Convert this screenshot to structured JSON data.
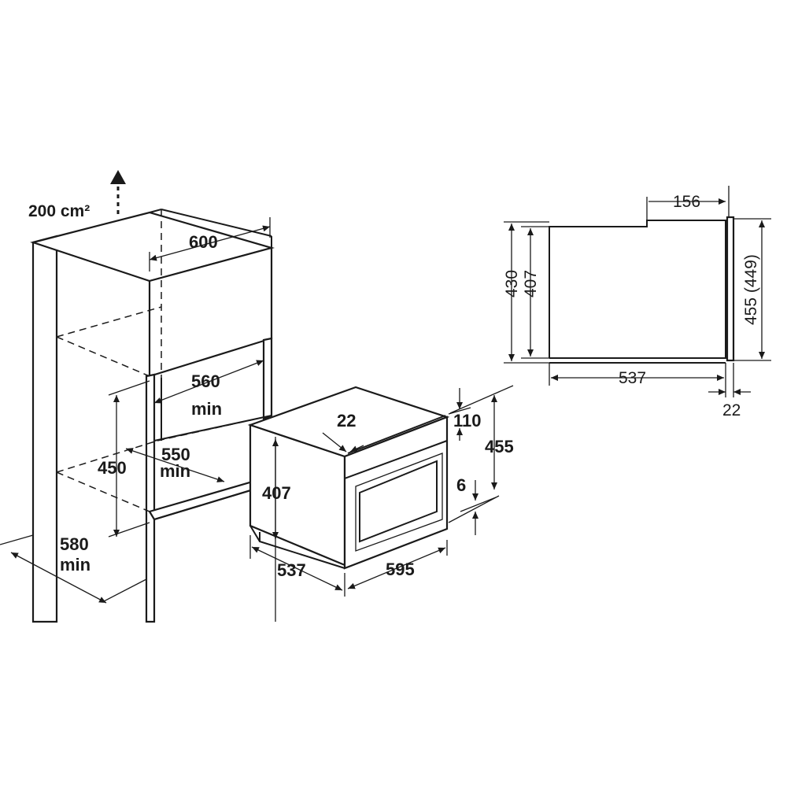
{
  "diagram": {
    "iso_labels": {
      "ventilation": "200 cm²",
      "width_600": "600",
      "opening_560": "560",
      "min_a": "min",
      "height_450": "450",
      "depth_550": "550",
      "min_b": "min",
      "depth_580": "580",
      "min_c": "min",
      "front_22": "22",
      "top_110": "110",
      "height_455": "455",
      "gap_6": "6",
      "height_407": "407",
      "depth_537": "537",
      "width_595": "595"
    },
    "side_labels": {
      "top_156": "156",
      "height_430": "430",
      "height_407": "407",
      "height_455_449": "455 (449)",
      "depth_537": "537",
      "front_22": "22"
    }
  }
}
